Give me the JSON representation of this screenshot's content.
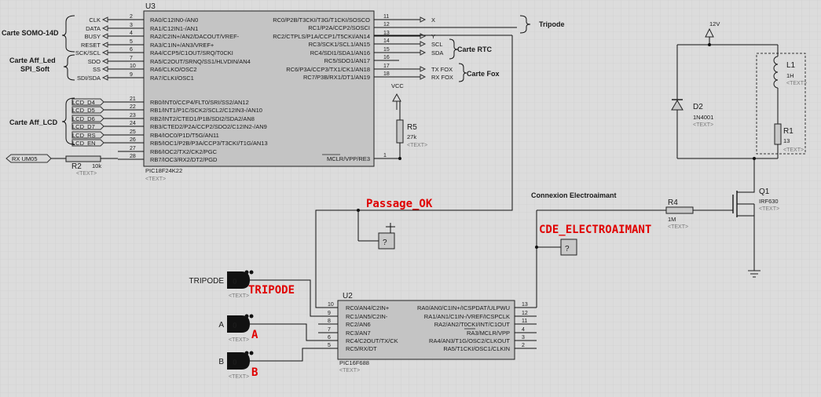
{
  "u3": {
    "ref": "U3",
    "part": "PIC18F24K22",
    "tag": "<TEXT>",
    "left_pins": [
      {
        "num": "2",
        "name": "RA0/C12IN0-/AN0",
        "net": "CLK"
      },
      {
        "num": "3",
        "name": "RA1/C12IN1-/AN1",
        "net": "DATA"
      },
      {
        "num": "4",
        "name": "RA2/C2IN+/AN2/DACOUT/VREF-",
        "net": "BUSY"
      },
      {
        "num": "5",
        "name": "RA3/C1IN+/AN3/VREF+",
        "net": "RESET"
      },
      {
        "num": "6",
        "name": "RA4/CCP5/C1OUT/SRQ/T0CKI",
        "net": "SCK/SCL"
      },
      {
        "num": "7",
        "name": "RA5/C2OUT/SRNQ/SS1/HLVDIN/AN4",
        "net": "SDO"
      },
      {
        "num": "10",
        "name": "RA6/CLKO/OSC2",
        "net": "SS"
      },
      {
        "num": "9",
        "name": "RA7/CLKI/OSC1",
        "net": "SDI/SDA"
      },
      {
        "num": "21",
        "name": "RB0/INT0/CCP4/FLT0/SRI/SS2/AN12",
        "net": "LCD_D4"
      },
      {
        "num": "22",
        "name": "RB1/INT1/P1C/SCK2/SCL2/C12IN3-/AN10",
        "net": "LCD_D5"
      },
      {
        "num": "23",
        "name": "RB2/INT2/CTED1/P1B/SDI2/SDA2/AN8",
        "net": "LCD_D6"
      },
      {
        "num": "24",
        "name": "RB3/CTED2/P2A/CCP2/SDO2/C12IN2-/AN9",
        "net": "LCD_D7"
      },
      {
        "num": "25",
        "name": "RB4/IOC0/P1D/T5G/AN11",
        "net": "LCD_RS"
      },
      {
        "num": "26",
        "name": "RB5/IOC1/P2B/P3A/CCP3/T3CKI/T1G/AN13",
        "net": "LCD_EN"
      },
      {
        "num": "27",
        "name": "RB6/IOC2/TX2/CK2/PGC",
        "net": ""
      },
      {
        "num": "28",
        "name": "RB7/IOC3/RX2/DT2/PGD",
        "net": ""
      }
    ],
    "right_pins": [
      {
        "num": "11",
        "name": "RC0/P2B/T3CKI/T3G/T1CKI/SOSCO",
        "net": "X"
      },
      {
        "num": "12",
        "name": "RC1/P2A/CCP2/SOSCI",
        "net": ""
      },
      {
        "num": "13",
        "name": "RC2/CTPLS/P1A/CCP1/T5CKI/AN14",
        "net": "Y"
      },
      {
        "num": "14",
        "name": "RC3/SCK1/SCL1/AN15",
        "net": "SCL"
      },
      {
        "num": "15",
        "name": "RC4/SDI1/SDA1/AN16",
        "net": "SDA"
      },
      {
        "num": "16",
        "name": "RC5/SDO1/AN17",
        "net": ""
      },
      {
        "num": "17",
        "name": "RC6/P3A/CCP3/TX1/CK1/AN18",
        "net": "TX FOX"
      },
      {
        "num": "18",
        "name": "RC7/P3B/RX1/DT1/AN19",
        "net": "RX FOX"
      },
      {
        "num": "1",
        "name": "MCLR/VPP/RE3",
        "net": ""
      }
    ]
  },
  "u2": {
    "ref": "U2",
    "part": "PIC16F688",
    "tag": "<TEXT>",
    "left_pins": [
      {
        "num": "10",
        "name": "RC0/AN4/C2IN+"
      },
      {
        "num": "9",
        "name": "RC1/AN5/C2IN-"
      },
      {
        "num": "8",
        "name": "RC2/AN6"
      },
      {
        "num": "7",
        "name": "RC3/AN7"
      },
      {
        "num": "6",
        "name": "RC4/C2OUT/TX/CK"
      },
      {
        "num": "5",
        "name": "RC5/RX/DT"
      }
    ],
    "right_pins": [
      {
        "num": "13",
        "name": "RA0/AN0/C1IN+/ICSPDAT/ULPWU"
      },
      {
        "num": "12",
        "name": "RA1/AN1/C1IN-/VREF/ICSPCLK"
      },
      {
        "num": "11",
        "name": "RA2/AN2/T0CKI/INT/C1OUT"
      },
      {
        "num": "4",
        "name": "RA3/MCLR/VPP"
      },
      {
        "num": "3",
        "name": "RA4/AN3/T1G/OSC2/CLKOUT"
      },
      {
        "num": "2",
        "name": "RA5/T1CKI/OSC1/CLKIN"
      }
    ]
  },
  "groups": {
    "somo": "Carte SOMO-14D",
    "led_1": "Carte Aff_Led",
    "led_2": "SPI_Soft",
    "lcd": "Carte Aff_LCD",
    "tripode": "Tripode",
    "rtc": "Carte RTC",
    "fox": "Carte Fox",
    "electro": "Connexion Electroaimant"
  },
  "rx_um05": "RX UM05",
  "r2": {
    "ref": "R2",
    "value": "10k",
    "tag": "<TEXT>"
  },
  "r5": {
    "ref": "R5",
    "value": "27k",
    "tag": "<TEXT>"
  },
  "vcc": "VCC",
  "power_12v": "12V",
  "d2": {
    "ref": "D2",
    "value": "1N4001",
    "tag": "<TEXT>"
  },
  "l1": {
    "ref": "L1",
    "value": "1H",
    "tag": "<TEXT>"
  },
  "r1": {
    "ref": "R1",
    "value": "13",
    "tag": "<TEXT>"
  },
  "q1": {
    "ref": "Q1",
    "value": "IRF630",
    "tag": "<TEXT>"
  },
  "r4": {
    "ref": "R4",
    "value": "1M",
    "tag": "<TEXT>"
  },
  "probes": {
    "passage_ok": "Passage_OK",
    "cde_electro": "CDE_ELECTROAIMANT",
    "tripode": "TRIPODE",
    "a": "A",
    "b": "B",
    "probe_symbol": "?"
  },
  "logic_inputs": [
    {
      "name": "TRIPODE",
      "state": "0",
      "tag": "<TEXT>"
    },
    {
      "name": "A",
      "state": "0",
      "tag": "<TEXT>"
    },
    {
      "name": "B",
      "state": "0",
      "tag": "<TEXT>"
    }
  ]
}
